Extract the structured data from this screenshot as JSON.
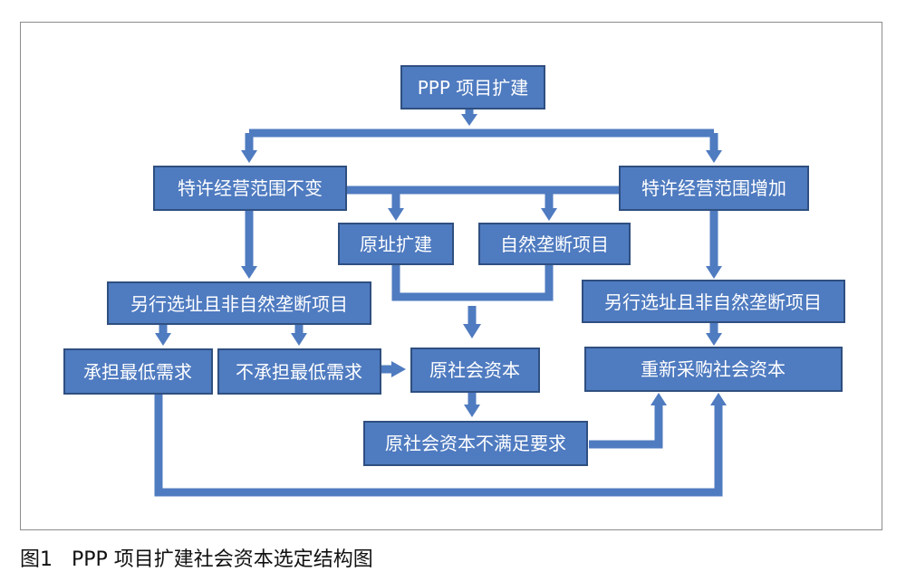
{
  "diagram": {
    "nodes": {
      "ppp": "PPP 项目扩建",
      "unchanged": "特许经营范围不变",
      "increased": "特许经营范围增加",
      "original_site": "原址扩建",
      "natural_monopoly": "自然垄断项目",
      "new_site_left": "另行选址且非自然垄断项目",
      "new_site_right": "另行选址且非自然垄断项目",
      "bear_min": "承担最低需求",
      "not_bear_min": "不承担最低需求",
      "original_capital": "原社会资本",
      "not_satisfy": "原社会资本不满足要求",
      "reprocure": "重新采购社会资本"
    },
    "colors": {
      "box": "#4f7bc0",
      "border": "#2f4f80",
      "text": "#ffffff"
    }
  },
  "caption": {
    "label": "图1",
    "title": "PPP 项目扩建社会资本选定结构图"
  }
}
